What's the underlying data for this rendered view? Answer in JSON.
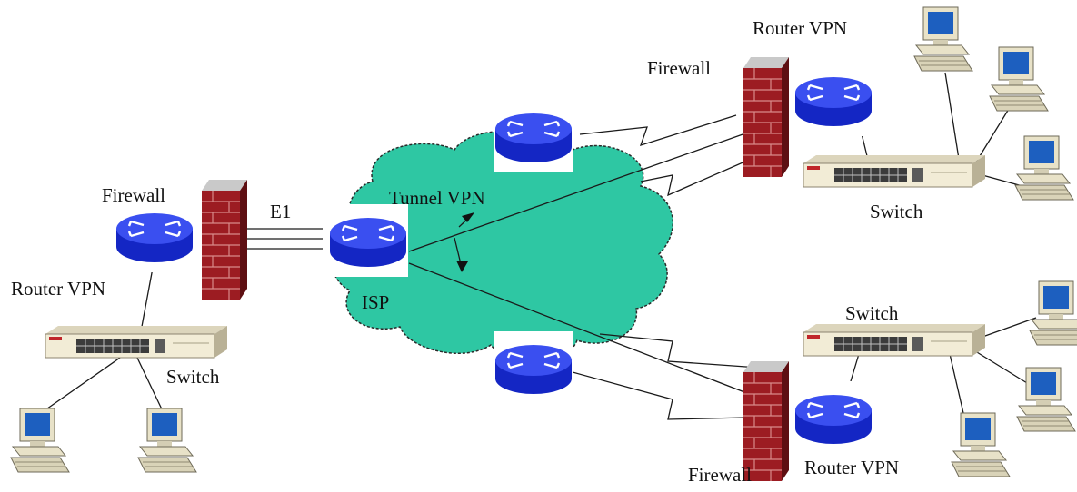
{
  "diagram": {
    "labels": {
      "router_vpn_top": "Router VPN",
      "firewall_top": "Firewall",
      "switch_top": "Switch",
      "firewall_left": "Firewall",
      "e1": "E1",
      "tunnel_vpn": "Tunnel VPN",
      "router_vpn_left": "Router VPN",
      "isp": "ISP",
      "switch_left": "Switch",
      "switch_bottom": "Switch",
      "firewall_bottom": "Firewall",
      "router_vpn_bottom": "Router VPN"
    },
    "colors": {
      "cloud": "#2ec7a3",
      "router": "#1b2fd6",
      "firewall": "#9c1c22",
      "monitor_screen": "#1d5fbf",
      "device_body": "#f2ecd6"
    },
    "icons": {
      "router": "router-icon",
      "firewall": "firewall-icon",
      "switch": "switch-icon",
      "computer": "computer-icon",
      "cloud": "cloud-icon"
    }
  }
}
